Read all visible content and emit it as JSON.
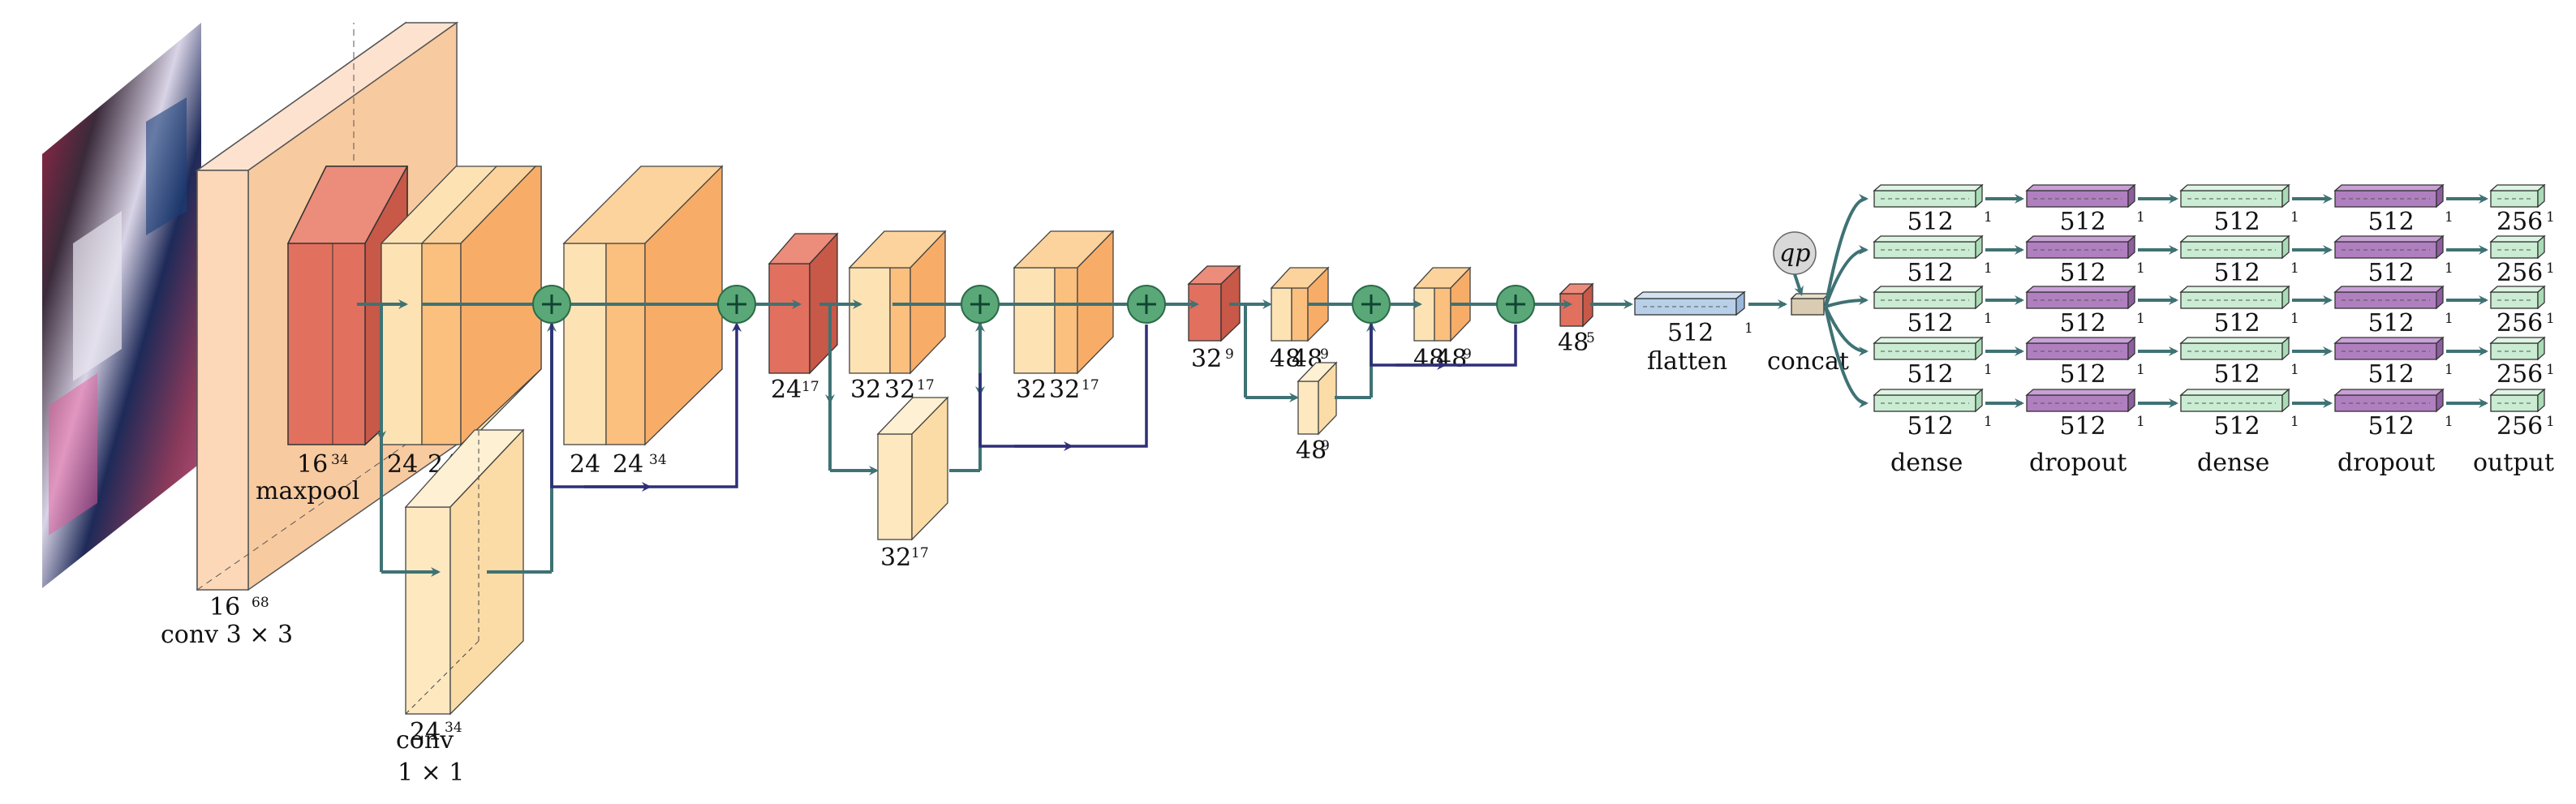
{
  "colors": {
    "conv": "#fcd7b8",
    "convSide": "#f6c39a",
    "pool": "#e2705e",
    "block": "#fbbf7e",
    "blockLight": "#fde3b4",
    "stage3": "#fde8c0",
    "dense": "#c9ecd2",
    "dropout": "#b07fbf",
    "flatten": "#b8cfe8",
    "concat": "#d9ccb2",
    "plus": "#5aa878",
    "arrow": "#3f7274",
    "skip": "#2f2f78"
  },
  "labels": {
    "conv_first_ch": "16",
    "conv_first_sz": "68",
    "conv_first_caption": "conv 3 × 3",
    "pool1_ch": "16",
    "pool1_sz": "34",
    "pool1_caption": "maxpool",
    "b1a_ch1": "24",
    "b1a_ch2": "24",
    "b1a_sz": "34",
    "b1b_ch1": "24",
    "b1b_ch2": "24",
    "b1b_sz": "34",
    "conv1x1_ch": "24",
    "conv1x1_sz": "34",
    "conv1x1_caption_a": "conv",
    "conv1x1_caption_b": "1 × 1",
    "pool2_ch": "24",
    "pool2_sz": "17",
    "b2a_ch1": "32",
    "b2a_ch2": "32",
    "b2a_sz": "17",
    "b2s_ch": "32",
    "b2s_sz": "17",
    "b2b_ch1": "32",
    "b2b_ch2": "32",
    "b2b_sz": "17",
    "pool3_ch": "32",
    "pool3_sz": "9",
    "b3a_ch1": "48",
    "b3a_ch2": "48",
    "b3a_sz": "9",
    "b3s_ch": "48",
    "b3s_sz": "9",
    "b3b_ch1": "48",
    "b3b_ch2": "48",
    "b3b_sz": "9",
    "pool4_ch": "48",
    "pool4_sz": "5",
    "flatten_val": "512",
    "flatten_sz": "1",
    "flatten_caption": "flatten",
    "qp": "qp",
    "concat_caption": "concat",
    "head_cols": [
      {
        "val": "512",
        "caption": "dense"
      },
      {
        "val": "512",
        "caption": "dropout"
      },
      {
        "val": "512",
        "caption": "dense"
      },
      {
        "val": "512",
        "caption": "dropout"
      },
      {
        "val": "256",
        "caption": "output"
      }
    ],
    "head_sz": "1"
  }
}
